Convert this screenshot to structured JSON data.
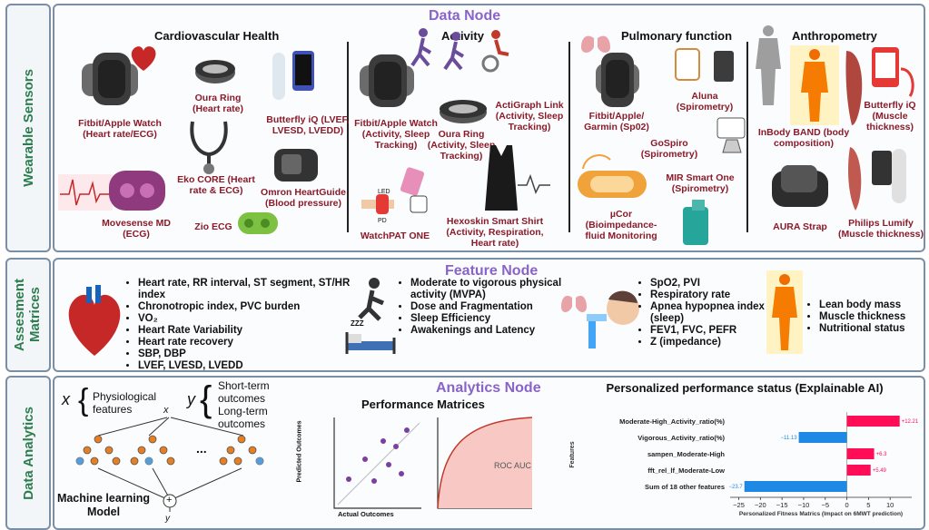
{
  "side_labels": {
    "sensors": "Wearable Sensors",
    "assessment": "Assesment Matrices",
    "analytics": "Data Analytics"
  },
  "data_node": {
    "title": "Data Node",
    "cardio": {
      "title": "Cardiovascular Health",
      "fitbit": "Fitbit/Apple Watch (Heart rate/ECG)",
      "oura": "Oura Ring (Heart rate)",
      "butterfly": "Butterfly iQ (LVEF, LVESD, LVEDD)",
      "eko": "Eko CORE (Heart rate & ECG)",
      "omron": "Omron HeartGuide (Blood pressure)",
      "movesense": "Movesense MD (ECG)",
      "zio": "Zio ECG"
    },
    "activity": {
      "title": "Activity",
      "fitbit": "Fitbit/Apple Watch (Activity, Sleep Tracking)",
      "oura": "Oura Ring (Activity, Sleep Tracking)",
      "actigraph": "ActiGraph Link (Activity, Sleep Tracking)",
      "hexoskin": "Hexoskin Smart Shirt (Activity, Respiration, Heart rate)",
      "watchpat": "WatchPAT ONE",
      "led": "LED",
      "pd": "PD"
    },
    "pulmonary": {
      "title": "Pulmonary function",
      "fitbit": "Fitbit/Apple/ Garmin (Sp02)",
      "aluna": "Aluna (Spirometry)",
      "gospiro": "GoSpiro (Spirometry)",
      "mir": "MIR Smart One (Spirometry)",
      "ucor": "µCor (Bioimpedance- fluid Monitoring"
    },
    "anthro": {
      "title": "Anthropometry",
      "inbody": "InBody BAND (body composition)",
      "butterfly": "Butterfly iQ (Muscle thickness)",
      "aura": "AURA Strap",
      "philips": "Philips Lumify (Muscle thickness)"
    }
  },
  "feature_node": {
    "title": "Feature Node",
    "cardio": [
      "Heart rate, RR interval, ST segment, ST/HR index",
      "Chronotropic index, PVC burden",
      "VO₂",
      "Heart Rate Variability",
      "Heart rate recovery",
      "SBP, DBP",
      "LVEF, LVESD, LVEDD"
    ],
    "activity": [
      "Moderate to vigorous physical activity (MVPA)",
      "Dose and Fragmentation",
      "Sleep Efficiency",
      "Awakenings and Latency"
    ],
    "pulmonary": [
      "SpO2, PVI",
      "Respiratory rate",
      "Apnea hypopnea index (sleep)",
      "FEV1, FVC, PEFR",
      "Z (impedance)"
    ],
    "anthro": [
      "Lean body mass",
      "Muscle thickness",
      "Nutritional status"
    ],
    "zzz": "ZZZ"
  },
  "analytics_node": {
    "title": "Analytics Node",
    "ml": {
      "x": "x",
      "y": "y",
      "physio": "Physiological features",
      "outcomes": "Short-term outcomes Long-term outcomes",
      "dots": "...",
      "plus": "+",
      "model": "Machine learning Model"
    },
    "perf_title": "Performance Matrices",
    "scatter": {
      "xlabel": "Actual Outcomes",
      "ylabel": "Predicted Outcomes"
    },
    "roc": "ROC AUC"
  },
  "chart_data": {
    "type": "bar",
    "title": "Personalized performance status (Explainable AI)",
    "categories": [
      "Moderate-High_Activity_ratio(%)",
      "Vigorous_Activity_ratio(%)",
      "sampen_Moderate-High",
      "fft_rel_lf_Moderate-Low",
      "Sum of 18 other features"
    ],
    "values": [
      12.21,
      -11.13,
      6.3,
      5.49,
      -23.7
    ],
    "value_labels": [
      "+12.21",
      "−11.13",
      "+6.3",
      "+5.49",
      "−23.7"
    ],
    "xlabel": "Personalized Fitness Matrics (Impact on 6MWT prediction)",
    "ylabel": "Features",
    "xlim": [
      -27,
      15
    ],
    "xticks": [
      -25,
      -20,
      -15,
      -10,
      -5,
      0,
      5,
      10
    ],
    "xtick_labels": [
      "−25",
      "−20",
      "−15",
      "−10",
      "−5",
      "0",
      "5",
      "10"
    ],
    "colors": {
      "positive": "#ff0d57",
      "negative": "#1e88e5"
    }
  }
}
